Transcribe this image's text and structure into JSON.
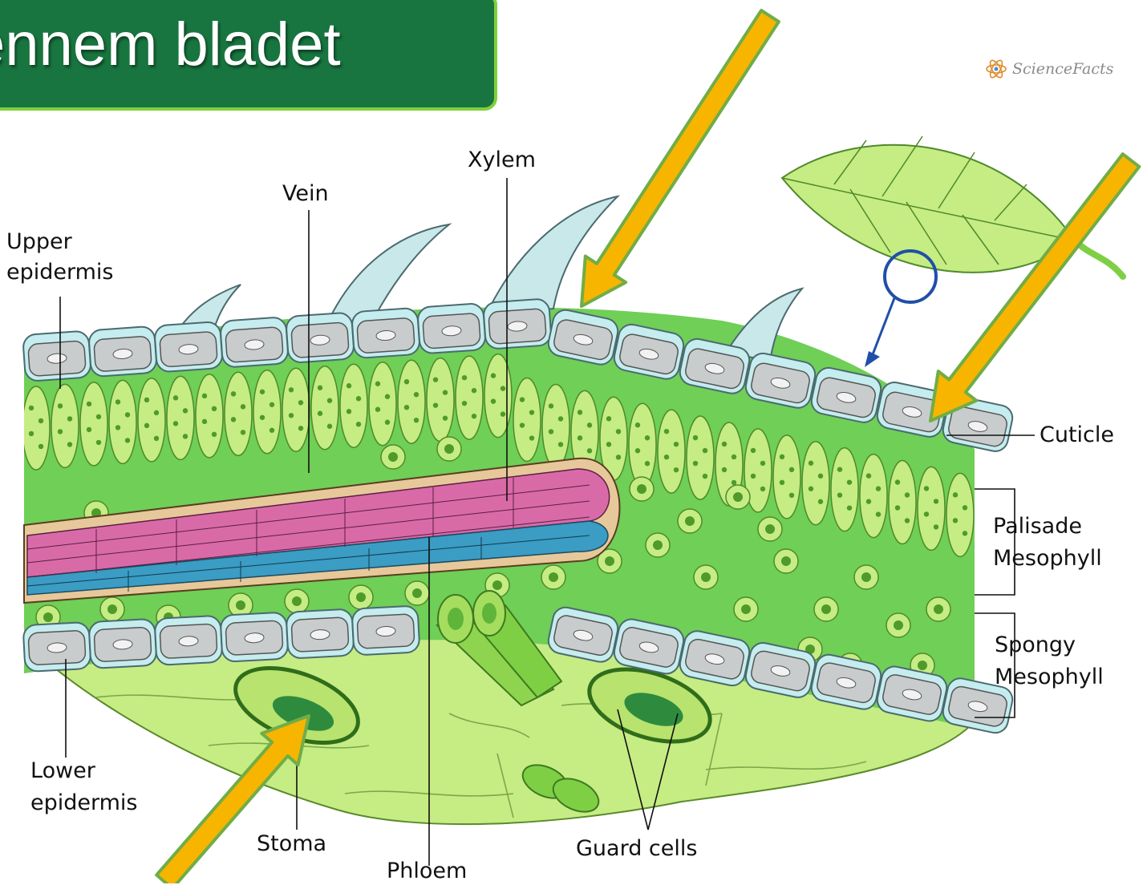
{
  "title": "ennem bladet",
  "logo": {
    "text": "ScienceFacts",
    "icon": "atom-icon"
  },
  "labels": {
    "xylem": "Xylem",
    "vein": "Vein",
    "upper_epidermis_1": "Upper",
    "upper_epidermis_2": "epidermis",
    "cuticle": "Cuticle",
    "palisade_1": "Palisade",
    "palisade_2": "Mesophyll",
    "spongy_1": "Spongy",
    "spongy_2": "Mesophyll",
    "lower_epidermis_1": "Lower",
    "lower_epidermis_2": "epidermis",
    "stoma": "Stoma",
    "phloem": "Phloem",
    "guard_cells": "Guard cells"
  },
  "colors": {
    "banner": "#18753f",
    "banner_border": "#7fd13b",
    "arrow_fill": "#f7b500",
    "arrow_outline": "#70ad47",
    "leaf": "#c6ec84",
    "mesophyll": "#6fcf57",
    "xylem": "#d96aa8",
    "phloem": "#3b9cc4",
    "epidermis": "#c9cccc",
    "cuticle": "#c5ecef"
  }
}
